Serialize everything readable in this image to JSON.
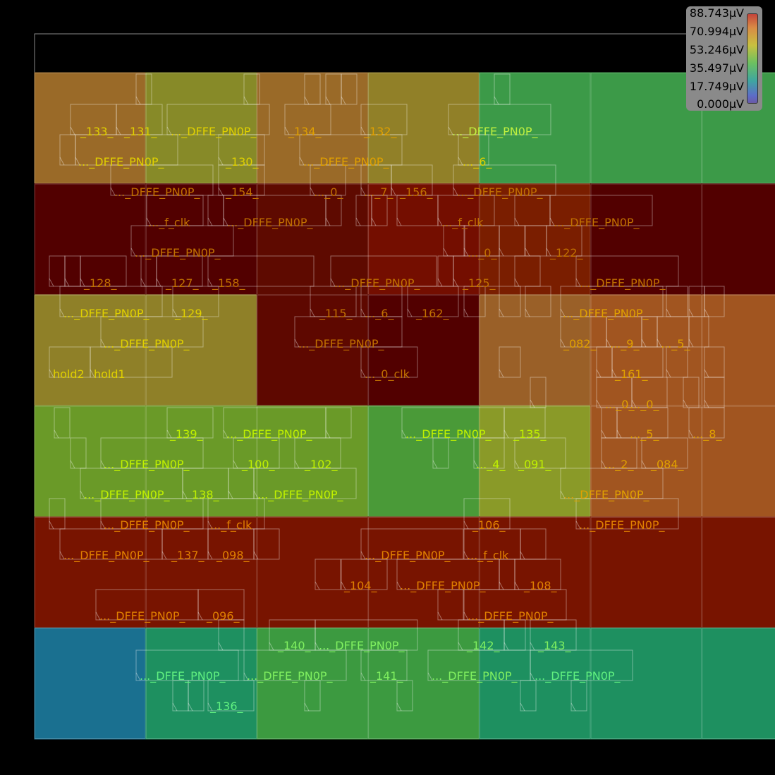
{
  "legend": {
    "ticks": [
      "88.743µV",
      "70.994µV",
      "53.246µV",
      "35.497µV",
      "17.749µV",
      "0.000µV"
    ]
  },
  "heatmap": {
    "rows": 6,
    "cols": 7,
    "colors": [
      [
        "#9a6a28",
        "#878a28",
        "#9a6a28",
        "#918028",
        "#3c9a48",
        "#3c9a48",
        "#3c9a48"
      ],
      [
        "#520000",
        "#520000",
        "#5e0a00",
        "#740e00",
        "#7a1e00",
        "#520000",
        "#520000"
      ],
      [
        "#8f8028",
        "#8f8028",
        "#5e0800",
        "#520000",
        "#9a6028",
        "#a15520",
        "#a15520"
      ],
      [
        "#6a9a28",
        "#6a9a28",
        "#6a9a28",
        "#4a9a38",
        "#8a9a28",
        "#a15520",
        "#a15520"
      ],
      [
        "#781400",
        "#781400",
        "#781400",
        "#781400",
        "#781400",
        "#781400",
        "#781400"
      ],
      [
        "#1a7090",
        "#1e9060",
        "#3c9a40",
        "#3c9a40",
        "#1e9060",
        "#1e9060",
        "#1e9060"
      ]
    ]
  },
  "cell_labels": [
    {
      "t": "_133_",
      "c": "#e0d000"
    },
    {
      "t": "_131_",
      "c": "#e0d000"
    },
    {
      "t": "..._DFFE_PN0P_",
      "c": "#e0d000"
    },
    {
      "t": "_134_",
      "c": "#e0a000"
    },
    {
      "t": "_132_",
      "c": "#e0a000"
    },
    {
      "t": "..._DFFE_PN0P_",
      "c": "#c0f040"
    },
    {
      "t": "..._DFFE_PN0P_",
      "c": "#e0d000"
    },
    {
      "t": "_130_",
      "c": "#e0d000"
    },
    {
      "t": "..._DFFE_PN0P_",
      "c": "#e0a000"
    },
    {
      "t": "..._6_",
      "c": "#e0d000"
    },
    {
      "t": "..._DFFE_PN0P_",
      "c": "#c07000"
    },
    {
      "t": "_154_",
      "c": "#c07000"
    },
    {
      "t": "..._0_",
      "c": "#c07000"
    },
    {
      "t": "..._7_",
      "c": "#c07000"
    },
    {
      "t": "_156_",
      "c": "#c07000"
    },
    {
      "t": "..._DFFE_PN0P_",
      "c": "#c07000"
    },
    {
      "t": "..._f_clk",
      "c": "#c07000"
    },
    {
      "t": "..._DFFE_PN0P_",
      "c": "#c07000"
    },
    {
      "t": "..._f_clk",
      "c": "#c07000"
    },
    {
      "t": "..._DFFE_PN0P_",
      "c": "#c07000"
    },
    {
      "t": "..._DFFE_PN0P_",
      "c": "#c07000"
    },
    {
      "t": "..._0_",
      "c": "#c07000"
    },
    {
      "t": "_122_",
      "c": "#c07000"
    },
    {
      "t": "_128_",
      "c": "#c07000"
    },
    {
      "t": "_127_",
      "c": "#c07000"
    },
    {
      "t": "_158_",
      "c": "#c07000"
    },
    {
      "t": "..._DFFE_PN0P_",
      "c": "#c07000"
    },
    {
      "t": "_125_",
      "c": "#c07000"
    },
    {
      "t": "..._DFFE_PN0P_",
      "c": "#c07000"
    },
    {
      "t": "..._DFFE_PN0P_",
      "c": "#e0d000"
    },
    {
      "t": "_129_",
      "c": "#e0d000"
    },
    {
      "t": "_115_",
      "c": "#c07000"
    },
    {
      "t": "..._6_",
      "c": "#c07000"
    },
    {
      "t": "_162_",
      "c": "#c07000"
    },
    {
      "t": "..._DFFE_PN0P_",
      "c": "#e0a000"
    },
    {
      "t": "..._DFFE_PN0P_",
      "c": "#e0d000"
    },
    {
      "t": "..._DFFE_PN0P_",
      "c": "#c07000"
    },
    {
      "t": "_082_",
      "c": "#e0a000"
    },
    {
      "t": "..._9_",
      "c": "#e0a000"
    },
    {
      "t": "..._5_",
      "c": "#e0a000"
    },
    {
      "t": "hold2",
      "c": "#e0d000"
    },
    {
      "t": "hold1",
      "c": "#e0d000"
    },
    {
      "t": "..._0_clk",
      "c": "#c07000"
    },
    {
      "t": "_161_",
      "c": "#e0a000"
    },
    {
      "t": "..._0_",
      "c": "#e0a000"
    },
    {
      "t": "..._0_",
      "c": "#e0a000"
    },
    {
      "t": "_139_",
      "c": "#c0f000"
    },
    {
      "t": "..._DFFE_PN0P_",
      "c": "#c0f000"
    },
    {
      "t": "..._DFFE_PN0P_",
      "c": "#c0f000"
    },
    {
      "t": "_135_",
      "c": "#c0f000"
    },
    {
      "t": "..._5_",
      "c": "#e0a000"
    },
    {
      "t": "..._8_",
      "c": "#e0a000"
    },
    {
      "t": "..._DFFE_PN0P_",
      "c": "#c0f000"
    },
    {
      "t": "_100_",
      "c": "#c0f000"
    },
    {
      "t": "_102_",
      "c": "#c0f000"
    },
    {
      "t": "..._4_",
      "c": "#c0f000"
    },
    {
      "t": "_091_",
      "c": "#c0f000"
    },
    {
      "t": "..._2_",
      "c": "#e0a000"
    },
    {
      "t": "_084_",
      "c": "#e0a000"
    },
    {
      "t": "..._DFFE_PN0P_",
      "c": "#c0f000"
    },
    {
      "t": "_138_",
      "c": "#c0f000"
    },
    {
      "t": "..._DFFE_PN0P_",
      "c": "#c0f000"
    },
    {
      "t": "..._DFFE_PN0P_",
      "c": "#e0a000"
    },
    {
      "t": "..._DFFE_PN0P_",
      "c": "#e08000"
    },
    {
      "t": "..._f_clk",
      "c": "#e08000"
    },
    {
      "t": "_106_",
      "c": "#e08000"
    },
    {
      "t": "..._DFFE_PN0P_",
      "c": "#e08000"
    },
    {
      "t": "..._DFFE_PN0P_",
      "c": "#e08000"
    },
    {
      "t": "_137_",
      "c": "#e08000"
    },
    {
      "t": "_098_",
      "c": "#e08000"
    },
    {
      "t": "..._DFFE_PN0P_",
      "c": "#e08000"
    },
    {
      "t": "..._f_clk",
      "c": "#e08000"
    },
    {
      "t": "_104_",
      "c": "#e08000"
    },
    {
      "t": "..._DFFE_PN0P_",
      "c": "#e08000"
    },
    {
      "t": "_108_",
      "c": "#e08000"
    },
    {
      "t": "..._DFFE_PN0P_",
      "c": "#e08000"
    },
    {
      "t": "_096_",
      "c": "#e08000"
    },
    {
      "t": "..._DFFE_PN0P_",
      "c": "#e08000"
    },
    {
      "t": "_140_",
      "c": "#80f060"
    },
    {
      "t": "..._DFFE_PN0P_",
      "c": "#80f060"
    },
    {
      "t": "_142_",
      "c": "#80f060"
    },
    {
      "t": "_143_",
      "c": "#80f060"
    },
    {
      "t": "..._DFFE_PN0P_",
      "c": "#60f080"
    },
    {
      "t": "..._DFFE_PN0P_",
      "c": "#80f060"
    },
    {
      "t": "_141_",
      "c": "#80f060"
    },
    {
      "t": "..._DFFE_PN0P_",
      "c": "#80f060"
    },
    {
      "t": "..._DFFE_PN0P_",
      "c": "#60f080"
    },
    {
      "t": "_136_",
      "c": "#60f080"
    }
  ]
}
